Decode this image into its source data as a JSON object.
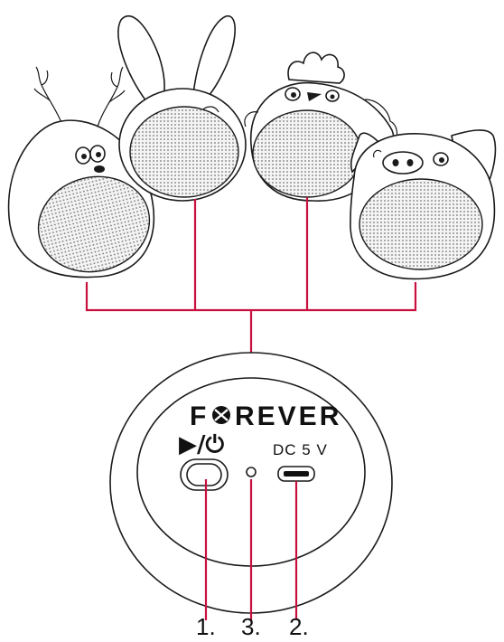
{
  "brand": {
    "prefix": "F",
    "suffix": "REVER",
    "logo_icon": "forever-logo-icon"
  },
  "controls": {
    "power_play_symbol": "▶/⏻",
    "power_play_icon": "play-power-icon",
    "port_label": "DC 5 V"
  },
  "callouts": {
    "power_button": "1.",
    "charging_port": "2.",
    "led": "3."
  },
  "speakers": [
    {
      "animal": "reindeer",
      "icon": "reindeer-speaker-icon"
    },
    {
      "animal": "rabbit",
      "icon": "rabbit-speaker-icon"
    },
    {
      "animal": "chicken",
      "icon": "chicken-speaker-icon"
    },
    {
      "animal": "pig",
      "icon": "pig-speaker-icon"
    }
  ],
  "colors": {
    "leader_lines": "#c8103e",
    "outline": "#1a1a1a"
  }
}
